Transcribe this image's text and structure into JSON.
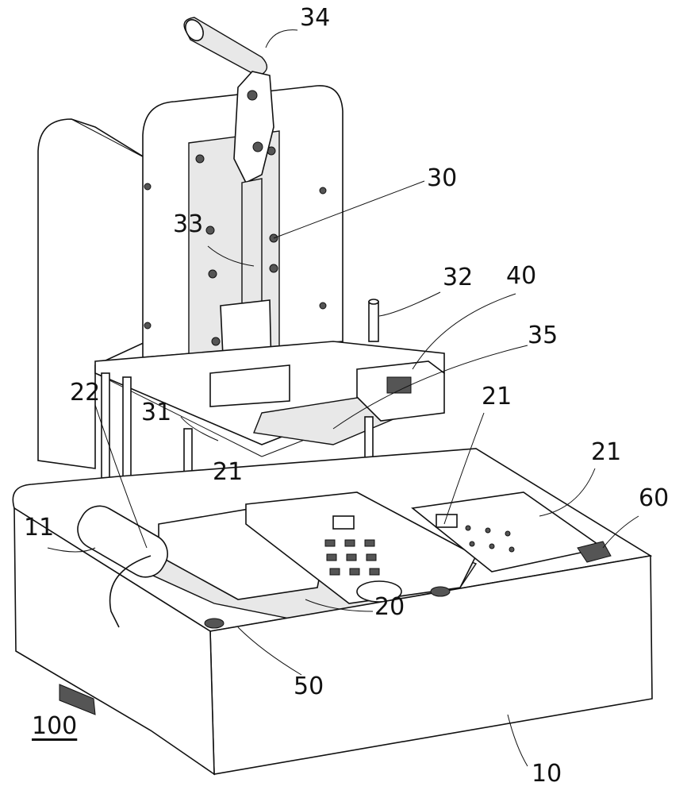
{
  "figure": {
    "labels": {
      "handle": "34",
      "press_assembly": "30",
      "lever_rod": "33",
      "guide_post": "32",
      "sensor": "40",
      "press_plate": "35",
      "cable": "22",
      "top_plate": "31",
      "keypad_a": "21",
      "keypad_b": "21",
      "keypad_c": "21",
      "switch": "60",
      "slot": "11",
      "carrier": "20",
      "spring": "50",
      "device": "100",
      "base": "10"
    }
  }
}
